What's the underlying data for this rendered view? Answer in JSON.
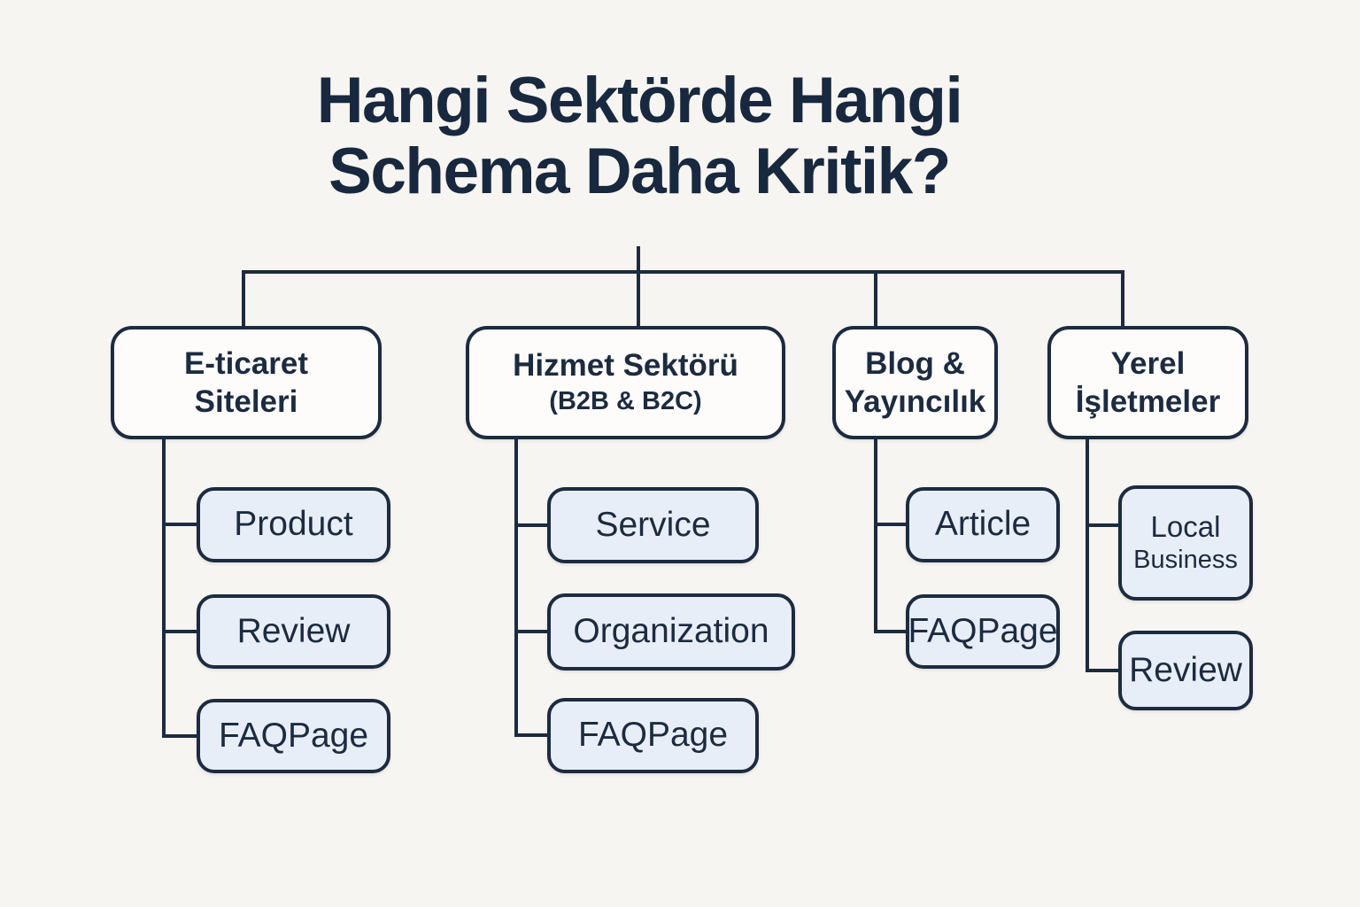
{
  "title": {
    "line1": "Hangi Sektörde Hangi",
    "line2": "Schema Daha Kritik?"
  },
  "colors": {
    "background": "#f7f5f1",
    "ink": "#1c2b40",
    "parent_fill": "#fdfcfa",
    "child_fill": "#e8eef7"
  },
  "tree": {
    "branches": [
      {
        "label_lines": [
          "E-ticaret",
          "Siteleri"
        ],
        "children": [
          {
            "lines": [
              "Product"
            ]
          },
          {
            "lines": [
              "Review"
            ]
          },
          {
            "lines": [
              "FAQPage"
            ]
          }
        ]
      },
      {
        "label_lines": [
          "Hizmet Sektörü"
        ],
        "sublabel": "(B2B & B2C)",
        "children": [
          {
            "lines": [
              "Service"
            ]
          },
          {
            "lines": [
              "Organization"
            ]
          },
          {
            "lines": [
              "FAQPage"
            ]
          }
        ]
      },
      {
        "label_lines": [
          "Blog &",
          "Yayıncılık"
        ],
        "children": [
          {
            "lines": [
              "Article"
            ]
          },
          {
            "lines": [
              "FAQPage"
            ]
          }
        ]
      },
      {
        "label_lines": [
          "Yerel",
          "İşletmeler"
        ],
        "children": [
          {
            "lines": [
              "Local",
              "Business"
            ]
          },
          {
            "lines": [
              "Review"
            ]
          }
        ]
      }
    ]
  }
}
